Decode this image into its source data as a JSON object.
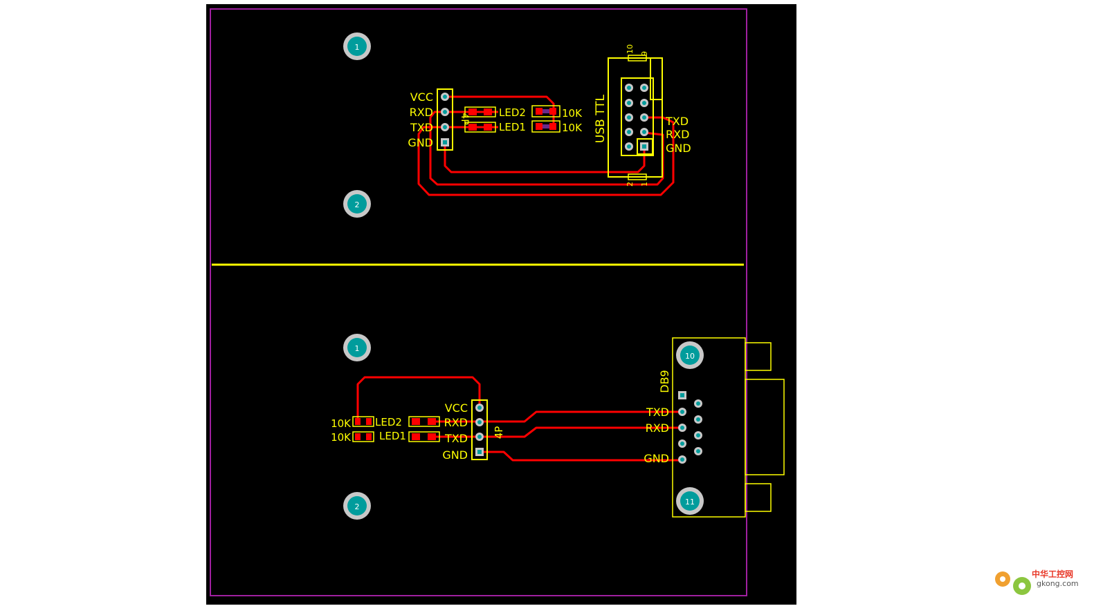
{
  "colors": {
    "board": "#000000",
    "outline": "#a020a0",
    "trace": "#ff0000",
    "silkscreen": "#ffff00",
    "pad": "#ff0000",
    "via": "#00a0a0",
    "mount_ring": "#c8c8c8",
    "mount_center": "#009c9c"
  },
  "top_board": {
    "mount_holes": [
      "1",
      "2"
    ],
    "header_name": "4P",
    "header_pins": [
      "VCC",
      "RXD",
      "TXD",
      "GND"
    ],
    "leds": [
      "LED2",
      "LED1"
    ],
    "resistors": [
      "10K",
      "10K"
    ],
    "connector_name": "USB TTL",
    "connector_pin_numbers": {
      "top_left": "10",
      "top_right": "9",
      "bottom_left": "2",
      "bottom_right": "1"
    },
    "connector_signals": [
      "TXD",
      "RXD",
      "GND"
    ]
  },
  "bottom_board": {
    "mount_holes": [
      "1",
      "2"
    ],
    "header_name": "4P",
    "header_pins": [
      "VCC",
      "RXD",
      "TXD",
      "GND"
    ],
    "leds": [
      "LED2",
      "LED1"
    ],
    "resistors": [
      "10K",
      "10K"
    ],
    "connector_name": "DB9",
    "connector_mount_holes": [
      "10",
      "11"
    ],
    "connector_signals": [
      "TXD",
      "RXD",
      "GND"
    ]
  },
  "watermark": {
    "text": "中华工控网",
    "url": "gkong.com"
  }
}
